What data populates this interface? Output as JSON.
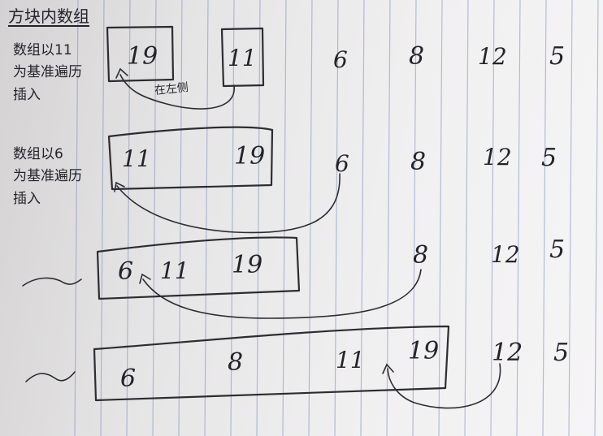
{
  "title": "方块内数组",
  "notes": {
    "step1": [
      "数组以11",
      "为基准遍历",
      "插入"
    ],
    "step2": [
      "数组以6",
      "为基准遍历",
      "插入"
    ],
    "left_side": "在左侧"
  },
  "rows": [
    {
      "boxed": [
        "19"
      ],
      "pivot": "11",
      "rest": [
        "6",
        "8",
        "12",
        "5"
      ]
    },
    {
      "boxed": [
        "11",
        "19"
      ],
      "pivot": "6",
      "rest": [
        "8",
        "12",
        "5"
      ]
    },
    {
      "boxed": [
        "6",
        "11",
        "19"
      ],
      "pivot": "8",
      "rest": [
        "12",
        "5"
      ]
    },
    {
      "boxed": [
        "6",
        "8",
        "11",
        "19"
      ],
      "pivot": "12",
      "rest": [
        "5"
      ]
    }
  ],
  "ink_color": "#2d2c31",
  "paper_color": "#f1f0f1",
  "rule_color": "#7d8fc0"
}
